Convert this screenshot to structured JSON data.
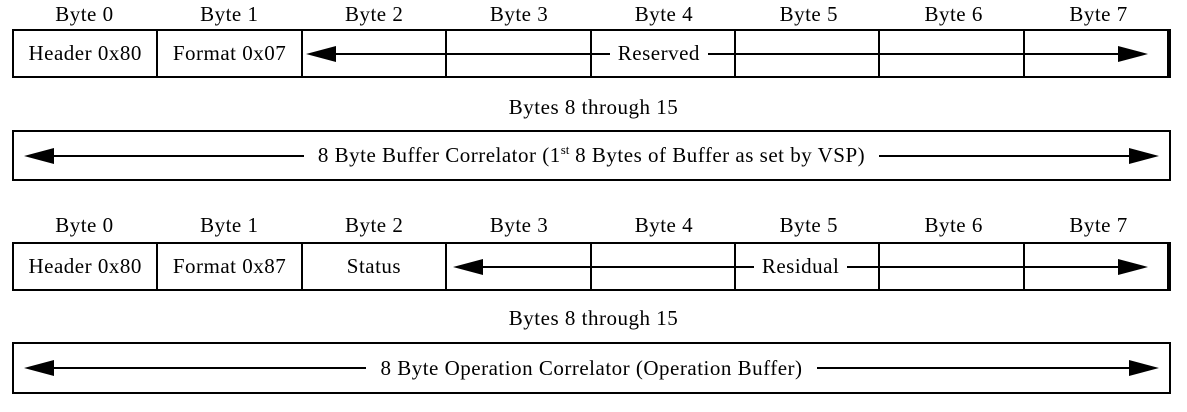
{
  "colors": {
    "ink": "#000000",
    "paper": "#ffffff"
  },
  "byte_labels": [
    "Byte 0",
    "Byte 1",
    "Byte 2",
    "Byte 3",
    "Byte 4",
    "Byte 5",
    "Byte 6",
    "Byte 7"
  ],
  "bytes_8_15_label": "Bytes 8 through 15",
  "row1": {
    "header_cell": "Header 0x80",
    "format_cell": "Format 0x07",
    "span_label": "Reserved"
  },
  "buffer_correlator_box": {
    "text_before_sup": "8 Byte Buffer Correlator (1",
    "sup": "st",
    "text_after_sup": " 8 Bytes of Buffer as set by VSP)"
  },
  "row2": {
    "header_cell": "Header 0x80",
    "format_cell": "Format 0x87",
    "status_cell": "Status",
    "span_label": "Residual"
  },
  "operation_correlator_box": {
    "text": "8 Byte Operation Correlator (Operation Buffer)"
  }
}
